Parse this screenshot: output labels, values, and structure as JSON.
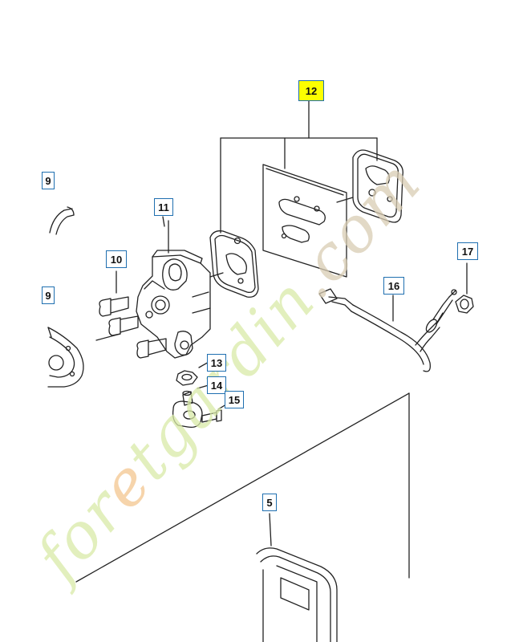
{
  "callouts": {
    "c9_top": "9",
    "c9_mid": "9",
    "c10": "10",
    "c11": "11",
    "c12": "12",
    "c13": "13",
    "c14": "14",
    "c15": "15",
    "c16": "16",
    "c17": "17",
    "c5": "5"
  },
  "watermark": {
    "part1": "for",
    "part2": "e",
    "part3": "tgardin",
    "part4": ".com"
  },
  "colors": {
    "callout_border": "#1f6fb0",
    "highlight": "#fcff00",
    "line": "#222222"
  }
}
